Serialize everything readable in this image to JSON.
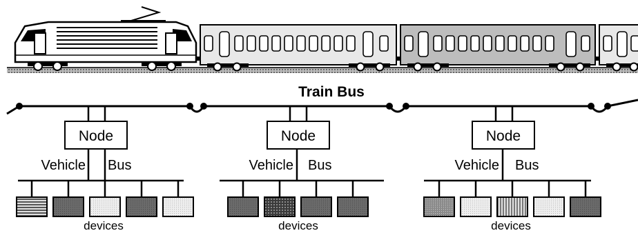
{
  "train_bus_label": "Train Bus",
  "segments": [
    {
      "node_label": "Node",
      "vehicle_label": "Vehicle",
      "bus_label": "Bus",
      "devices_label": "devices",
      "devices": [
        "hlines",
        "dark",
        "light",
        "dark",
        "light"
      ]
    },
    {
      "node_label": "Node",
      "vehicle_label": "Vehicle",
      "bus_label": "Bus",
      "devices_label": "devices",
      "devices": [
        "dark",
        "crosshatch",
        "dark",
        "dark"
      ]
    },
    {
      "node_label": "Node",
      "vehicle_label": "Vehicle",
      "bus_label": "Bus",
      "devices_label": "devices",
      "devices": [
        "medium",
        "light",
        "vlines",
        "light",
        "dark"
      ]
    }
  ],
  "colors": {
    "dark": "#6b6b6b",
    "medium": "#9a9a9a",
    "light": "#dcdcdc",
    "car_dark": "#bdbdbd",
    "car_light": "#e8e8e8",
    "line": "#000000"
  },
  "icons": [
    "locomotive-icon",
    "passenger-car-icon",
    "bus-coupler-icon",
    "device-box-icon"
  ]
}
